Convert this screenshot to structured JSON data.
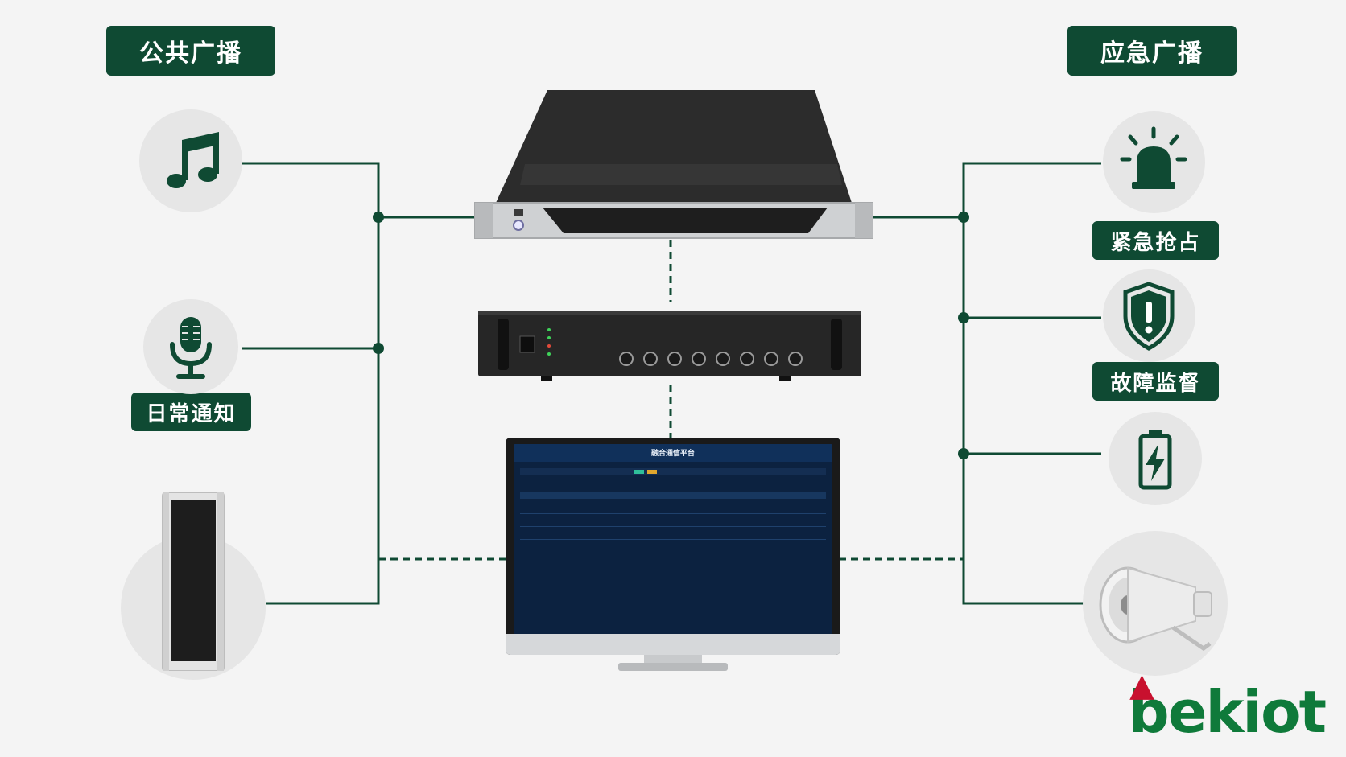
{
  "labels": {
    "public_broadcast": "公共广播",
    "emergency_broadcast": "应急广播",
    "daily_notice": "日常通知",
    "emergency_override": "紧急抢占",
    "fault_monitor": "故障监督"
  },
  "screen": {
    "title": "融合通信平台"
  },
  "logo": {
    "text": "bekiot"
  },
  "colors": {
    "brand_green": "#0f4a33",
    "logo_green": "#0f7a3a",
    "logo_red": "#c8102e",
    "background": "#f4f4f4"
  },
  "icons": [
    "music-note-icon",
    "microphone-icon",
    "speaker-column-icon",
    "alarm-light-icon",
    "shield-alert-icon",
    "battery-charge-icon",
    "horn-speaker-icon"
  ]
}
